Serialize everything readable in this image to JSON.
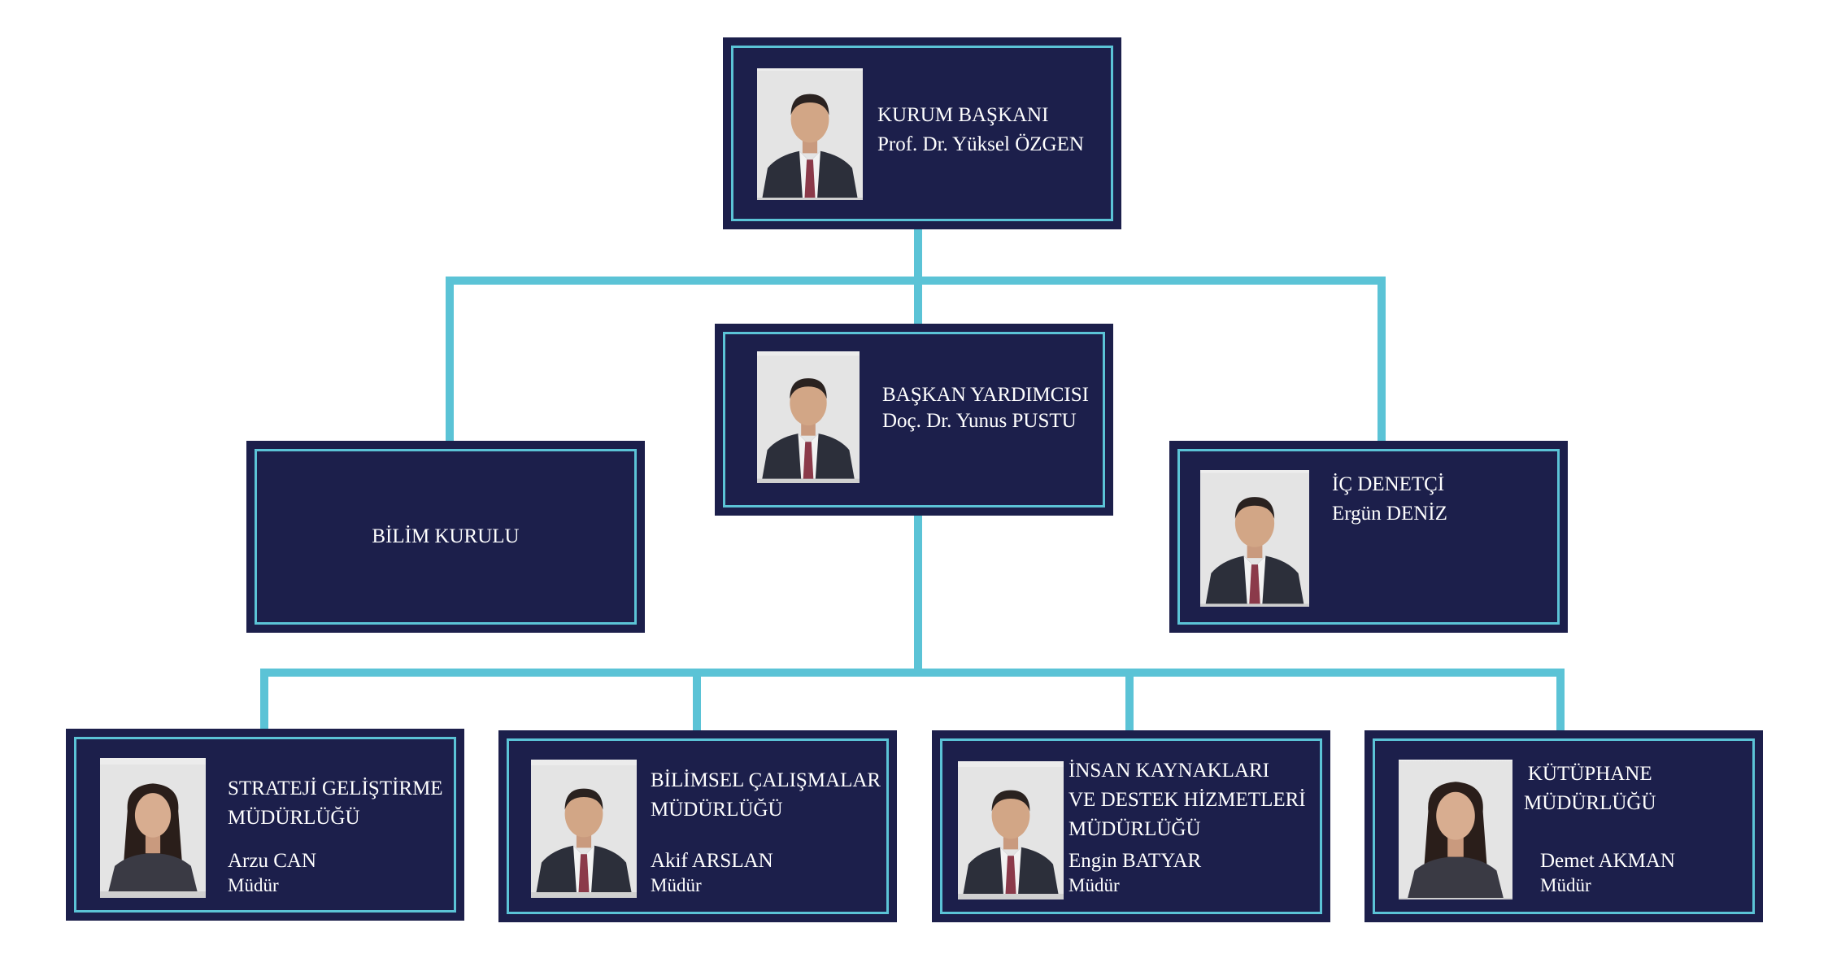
{
  "colors": {
    "box": "#1c1f4b",
    "inner_border": "#5bc3d6",
    "connector": "#5bc3d6"
  },
  "president": {
    "title": "KURUM BAŞKANI",
    "name": "Prof. Dr. Yüksel ÖZGEN",
    "photo": "man-portrait-icon"
  },
  "vice_president": {
    "title": "BAŞKAN YARDIMCISI",
    "name": "Doç. Dr. Yunus PUSTU",
    "photo": "man-portrait-icon"
  },
  "science_board": {
    "title": "BİLİM KURULU"
  },
  "internal_auditor": {
    "title": "İÇ DENETÇİ",
    "name": "Ergün DENİZ",
    "photo": "man-portrait-icon"
  },
  "departments": [
    {
      "title_lines": [
        "STRATEJİ GELİŞTİRME",
        "MÜDÜRLÜĞÜ"
      ],
      "name": "Arzu CAN",
      "role": "Müdür",
      "photo": "woman-portrait-icon"
    },
    {
      "title_lines": [
        "BİLİMSEL ÇALIŞMALAR",
        "MÜDÜRLÜĞÜ"
      ],
      "name": "Akif  ARSLAN",
      "role": "Müdür",
      "photo": "man-portrait-icon"
    },
    {
      "title_lines": [
        "İNSAN KAYNAKLARI",
        "VE DESTEK HİZMETLERİ",
        "MÜDÜRLÜĞÜ"
      ],
      "name": "Engin BATYAR",
      "role": "Müdür",
      "photo": "man-portrait-icon"
    },
    {
      "title_lines": [
        "KÜTÜPHANE",
        "MÜDÜRLÜĞÜ"
      ],
      "name": "Demet AKMAN",
      "role": "Müdür",
      "photo": "woman-portrait-icon"
    }
  ]
}
